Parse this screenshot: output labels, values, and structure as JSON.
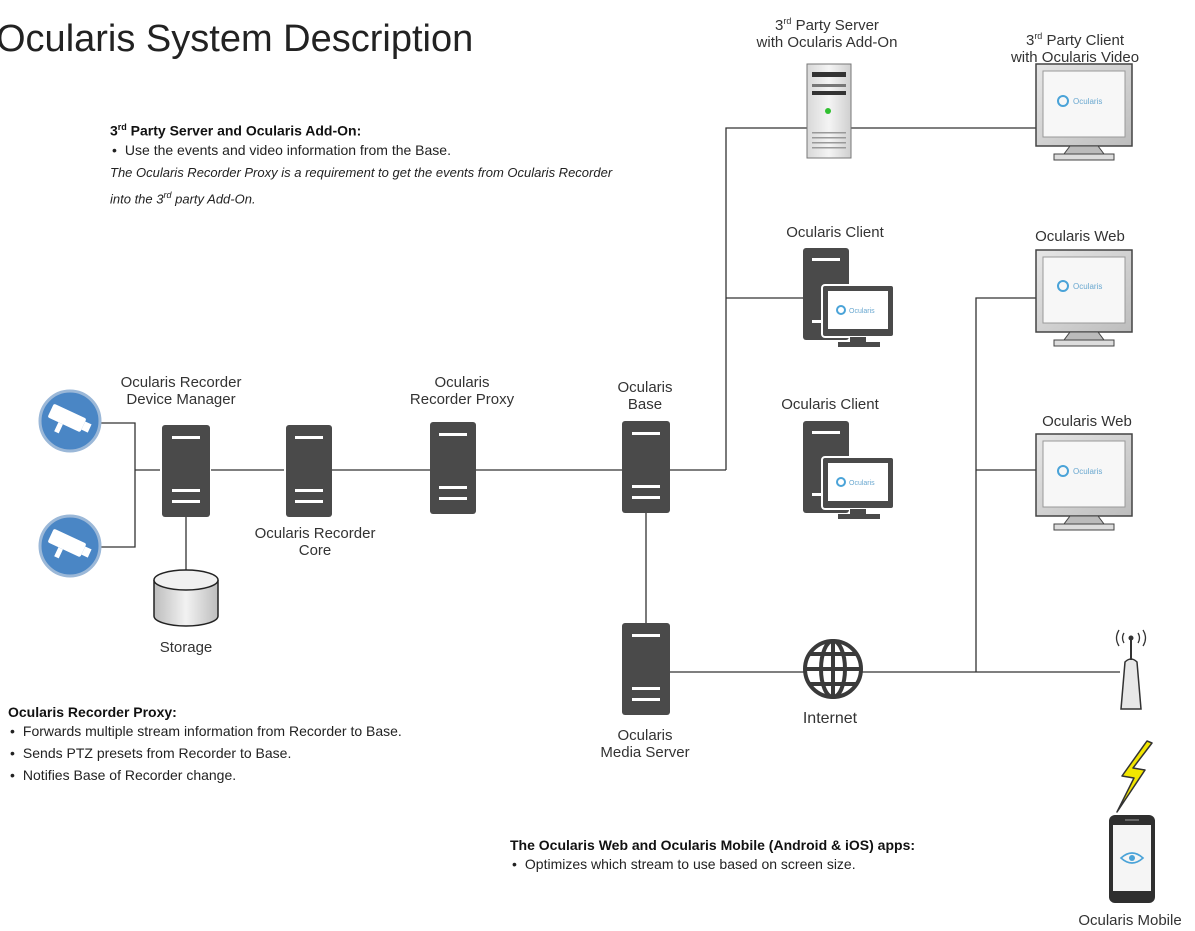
{
  "title": "Ocularis System Description",
  "nodes": {
    "third_party_server": {
      "line1": "3rd Party Server",
      "line2": "with Ocularis Add-On"
    },
    "third_party_client": {
      "line1": "3rd Party Client",
      "line2": "with Ocularis Video",
      "screen_text": "Ocularis"
    },
    "ocularis_client_1": {
      "label": "Ocularis Client",
      "screen_text": "Ocularis"
    },
    "ocularis_client_2": {
      "label": "Ocularis Client",
      "screen_text": "Ocularis"
    },
    "ocularis_web_1": {
      "label": "Ocularis Web",
      "screen_text": "Ocularis"
    },
    "ocularis_web_2": {
      "label": "Ocularis Web",
      "screen_text": "Ocularis"
    },
    "device_manager": {
      "line1": "Ocularis Recorder",
      "line2": "Device Manager"
    },
    "recorder_core": {
      "line1": "Ocularis Recorder",
      "line2": "Core"
    },
    "recorder_proxy": {
      "line1": "Ocularis",
      "line2": "Recorder Proxy"
    },
    "base": {
      "line1": "Ocularis",
      "line2": "Base"
    },
    "media_server": {
      "line1": "Ocularis",
      "line2": "Media Server"
    },
    "storage": {
      "label": "Storage"
    },
    "internet": {
      "label": "Internet"
    },
    "mobile": {
      "label": "Ocularis Mobile"
    }
  },
  "notes": {
    "third_party": {
      "heading": "3rd Party Server and Ocularis Add-On:",
      "bullet": "Use the events and video information from the Base.",
      "italic_1": "The Ocularis Recorder Proxy is a requirement to get the events from Ocularis Recorder",
      "italic_2": "into the 3rd party Add-On."
    },
    "proxy": {
      "heading": "Ocularis Recorder Proxy:",
      "bullets": [
        "Forwards multiple stream information from Recorder to Base.",
        "Sends PTZ presets from Recorder to Base.",
        "Notifies Base of Recorder change."
      ]
    },
    "web_mobile": {
      "heading": "The Ocularis Web and Ocularis Mobile (Android & iOS) apps:",
      "bullet": "Optimizes which stream to use based on screen size."
    }
  },
  "colors": {
    "server_dark": "#4a4a4a",
    "camera_blue": "#4a86c5",
    "line": "#333333",
    "lightning": "#f2e600"
  }
}
